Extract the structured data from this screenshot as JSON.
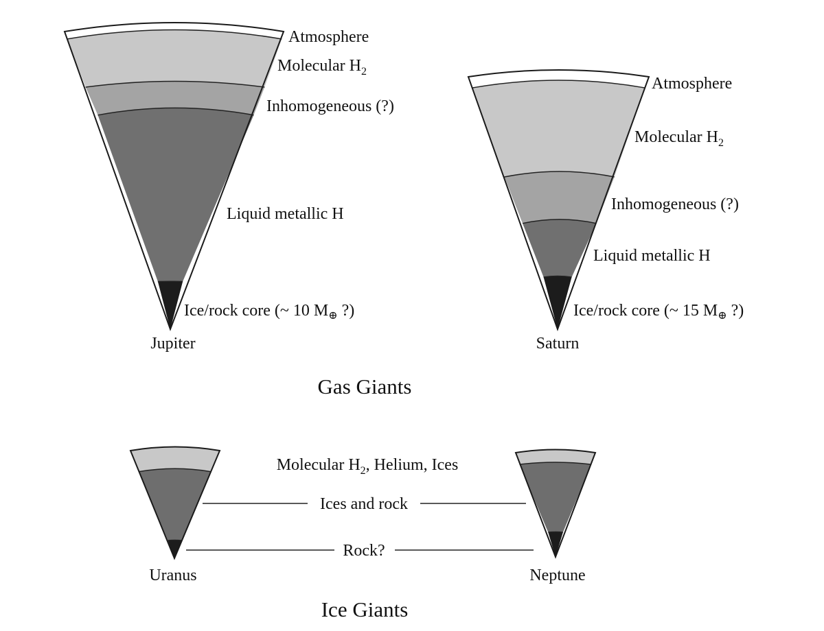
{
  "colors": {
    "atmosphere": "#ffffff",
    "molecular_h2": "#c8c8c8",
    "inhomogeneous": "#a4a4a4",
    "liquid_metallic_h": "#707070",
    "ice_rock_core": "#1c1c1c",
    "ice_giant_envelope": "#c8c8c8",
    "ices_and_rock": "#6e6e6e",
    "rock": "#1c1c1c"
  },
  "gas_giants": {
    "heading": "Gas Giants",
    "jupiter": {
      "name": "Jupiter",
      "layers": {
        "atmosphere": "Atmosphere",
        "molecular": "Molecular H",
        "molecular_sub": "2",
        "inhomogeneous": "Inhomogeneous (?)",
        "metallic": "Liquid metallic H",
        "core_prefix": "Ice/rock core (~ 10 M",
        "core_earth_symbol": "⊕",
        "core_suffix": " ?)"
      }
    },
    "saturn": {
      "name": "Saturn",
      "layers": {
        "atmosphere": "Atmosphere",
        "molecular": "Molecular H",
        "molecular_sub": "2",
        "inhomogeneous": "Inhomogeneous (?)",
        "metallic": "Liquid metallic H",
        "core_prefix": "Ice/rock core (~ 15 M",
        "core_earth_symbol": "⊕",
        "core_suffix": " ?)"
      }
    }
  },
  "ice_giants": {
    "heading": "Ice Giants",
    "uranus": {
      "name": "Uranus"
    },
    "neptune": {
      "name": "Neptune"
    },
    "shared_labels": {
      "envelope_prefix": "Molecular H",
      "envelope_sub": "2",
      "envelope_suffix": ", Helium, Ices",
      "ices_rock": "Ices and rock",
      "rock": "Rock?"
    }
  }
}
